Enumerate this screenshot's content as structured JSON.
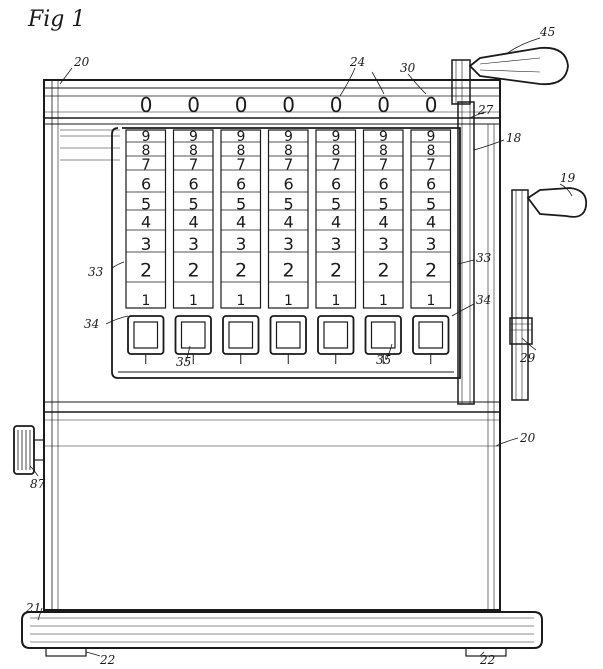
{
  "figure": {
    "title": "Fig 1"
  },
  "reference_numerals": {
    "r20_top": "20",
    "r20_right": "20",
    "r21": "21",
    "r22_left": "22",
    "r22_right": "22",
    "r24": "24",
    "r27": "27",
    "r29": "29",
    "r30": "30",
    "r33_left": "33",
    "r33_right": "33",
    "r34_left": "34",
    "r34_right": "34",
    "r35_left": "35",
    "r35_right": "35",
    "r45": "45",
    "r18": "18",
    "r19": "19",
    "r87": "87"
  },
  "counter": {
    "columns": 7,
    "top_display_digit": "0",
    "digits": [
      "9",
      "8",
      "7",
      "6",
      "5",
      "4",
      "3",
      "2",
      "1"
    ]
  },
  "colors": {
    "ink": "#1a1a1a",
    "paper": "#ffffff"
  }
}
